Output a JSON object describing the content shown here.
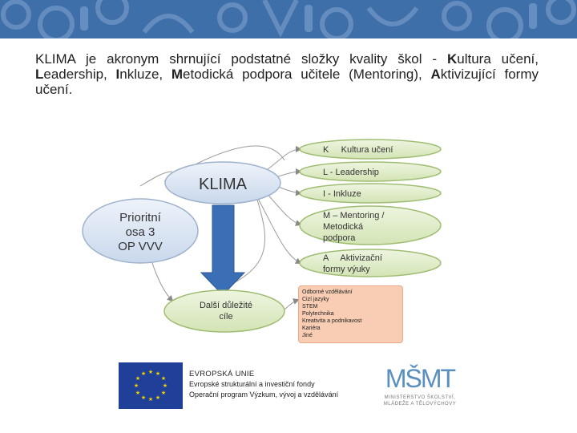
{
  "colors": {
    "banner": "#3f6fa8",
    "bubble_fill": "#e4efcf",
    "bubble_stroke": "#9fbd72",
    "klima_fill": "#dde6f3",
    "arrow": "#3a6fb5",
    "notes_fill": "#f8cdb3"
  },
  "intro": {
    "text_1": "KLIMA je akronym shrnující podstatné složky kvality škol - ",
    "k": "K",
    "text_2": "ultura učení, ",
    "l": "L",
    "text_3": "eadership, ",
    "i": "I",
    "text_4": "nkluze, ",
    "m": "M",
    "text_5": "etodická podpora učitele (Mentoring), ",
    "a": "A",
    "text_6": "ktivizující formy učení."
  },
  "diagram": {
    "klima_label": "KLIMA",
    "priority_line1": "Prioritní",
    "priority_line2": "osa 3",
    "priority_line3": "OP VVV",
    "other_goals_line1": "Další důležité",
    "other_goals_line2": "cíle",
    "k_label": "K     Kultura učení",
    "l_label": "L - Leadership",
    "i_label": "I - Inkluze",
    "m_line1": "M – Mentoring /",
    "m_line2": "Metodická",
    "m_line3": "podpora",
    "a_line1": "A     Aktivizační",
    "a_line2": "formy výuky",
    "notes": [
      "Odborné vzdělávání",
      "Cizí jazyky",
      "STEM",
      "Polytechnika",
      "Kreativita a podnikavost",
      "Kariéra",
      "Jiné"
    ]
  },
  "footer": {
    "eu_line1": "EVROPSKÁ UNIE",
    "eu_line2": "Evropské strukturální a investiční fondy",
    "eu_line3": "Operační program Výzkum, vývoj a vzdělávání",
    "msmt_mark": "MŠMT",
    "msmt_line1": "MINISTERSTVO ŠKOLSTVÍ,",
    "msmt_line2": "MLÁDEŽE A TĚLOVÝCHOVY",
    "eu_flag_icon": "eu-flag-icon"
  }
}
